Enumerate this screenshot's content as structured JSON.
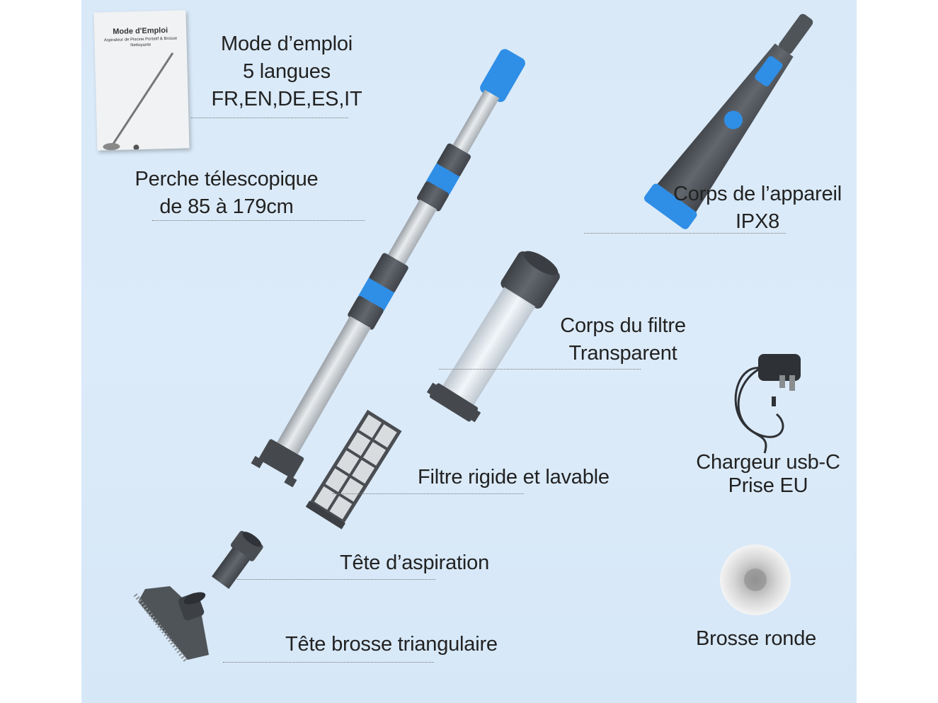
{
  "manual": {
    "title": "Mode d'Emploi",
    "subtitle": "Aspirateur de Piscine Portatif & Brosse Nettoyante"
  },
  "labels": {
    "mode_emploi": [
      "Mode d’emploi",
      "5 langues",
      "FR,EN,DE,ES,IT"
    ],
    "perche": [
      "Perche télescopique",
      "de 85 à 179cm"
    ],
    "corps_appareil": [
      "Corps de l’appareil",
      "IPX8"
    ],
    "corps_filtre": [
      "Corps du filtre",
      "Transparent"
    ],
    "chargeur": [
      "Chargeur usb-C",
      "Prise EU"
    ],
    "filtre": [
      "Filtre rigide et lavable"
    ],
    "tete_aspiration": [
      "Tête d’aspiration"
    ],
    "tete_brosse": [
      "Tête brosse triangulaire"
    ],
    "brosse_ronde": [
      "Brosse ronde"
    ]
  },
  "colors": {
    "background": "#d9e9f8",
    "accent_blue": "#2f8ee6",
    "dark_gray": "#4f5459",
    "aluminum": "#c9cdd1"
  },
  "icons": [
    "user-manual-icon",
    "telescopic-pole-icon",
    "vacuum-body-icon",
    "filter-body-icon",
    "filter-cartridge-icon",
    "suction-head-icon",
    "triangle-brush-icon",
    "charger-icon",
    "round-brush-icon"
  ]
}
